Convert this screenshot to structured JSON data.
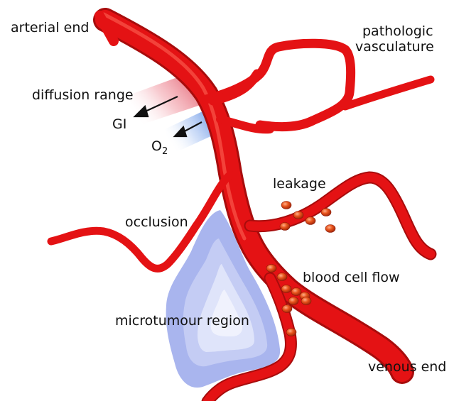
{
  "labels": {
    "arterial_end": "arterial end",
    "pathologic_line1": "pathologic",
    "pathologic_line2": "vasculature",
    "diffusion_range": "diffusion range",
    "gi": "GI",
    "o2_main": "O",
    "o2_sub": "2",
    "leakage": "leakage",
    "occlusion": "occlusion",
    "blood_cell_flow": "blood cell flow",
    "microtumour_region": "microtumour region",
    "venous_end": "venous end"
  },
  "colors": {
    "vessel": "#e41214",
    "vessel_highlight": "#ff5a4a",
    "vessel_shadow": "#a80c0c",
    "cell_fill": "#e8541c",
    "cell_edge": "#8a1a08",
    "tumour_outer": "#aab5ee",
    "tumour_mid": "#c5cdf4",
    "tumour_inner": "#e3e8fb",
    "gi_gradient": "#e25a6a",
    "o2_gradient": "#6e9ae6"
  }
}
